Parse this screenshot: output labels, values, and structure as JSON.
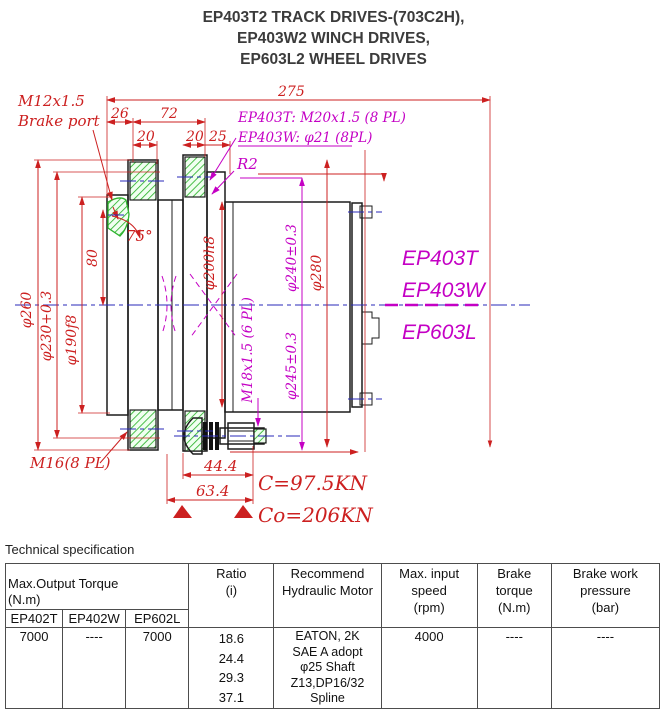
{
  "title": {
    "lines": [
      "EP403T2 TRACK DRIVES-(703C2H),",
      "EP403W2 WINCH DRIVES,",
      "EP603L2 WHEEL DRIVES"
    ]
  },
  "drawing": {
    "brake_port": {
      "line1": "M12x1.5",
      "line2": "Brake port"
    },
    "dims": {
      "overall": "275",
      "d26": "26",
      "d72": "72",
      "d20a": "20",
      "d20b": "20",
      "d25": "25",
      "d80": "80",
      "angle75": "75°",
      "d44": "44.4",
      "d63": "63.4"
    },
    "dia": {
      "d260": "φ260",
      "d230": "φ230+0.3",
      "d190": "φ190f8",
      "d200": "φ200h8",
      "d240": "φ240±0.3",
      "d245": "φ245±0.3",
      "d280": "φ280"
    },
    "notes": {
      "thread_t": "EP403T: M20x1.5 (8 PL)",
      "hole_w": "EP403W: φ21 (8PL)",
      "r2": "R2",
      "m18": "M18x1.5 (6 PL)",
      "m16": "M16(8 PL)"
    },
    "models": {
      "t": "EP403T",
      "w": "EP403W",
      "l": "EP603L"
    },
    "loads": {
      "c": "C=97.5KN",
      "c0": "Co=206KN"
    }
  },
  "section_heading": "Technical specification",
  "table": {
    "torque_header": {
      "line1": "Max.Output Torque",
      "line2": "(N.m)"
    },
    "sub_headers": [
      "EP402T",
      "EP402W",
      "EP602L"
    ],
    "headers": {
      "ratio": [
        "Ratio",
        "(i)"
      ],
      "motor": [
        "Recommend",
        "Hydraulic Motor"
      ],
      "speed": [
        "Max. input speed",
        "(rpm)"
      ],
      "brake_torque": [
        "Brake torque",
        "(N.m)"
      ],
      "brake_pressure": [
        "Brake work",
        "pressure",
        "(bar)"
      ]
    },
    "row": {
      "ep402t": "7000",
      "ep402w": "----",
      "ep602l": "7000",
      "ratios": [
        "18.6",
        "24.4",
        "29.3",
        "37.1"
      ],
      "motor": [
        "EATON, 2K",
        "SAE A adopt",
        "φ25 Shaft",
        "Z13,DP16/32",
        "Spline"
      ],
      "speed": "4000",
      "brake_torque": "----",
      "brake_pressure": "----"
    }
  },
  "colors": {
    "red": "#cc2020",
    "magenta": "#c400c4",
    "green": "#2db32d",
    "blue": "#2929b8"
  }
}
